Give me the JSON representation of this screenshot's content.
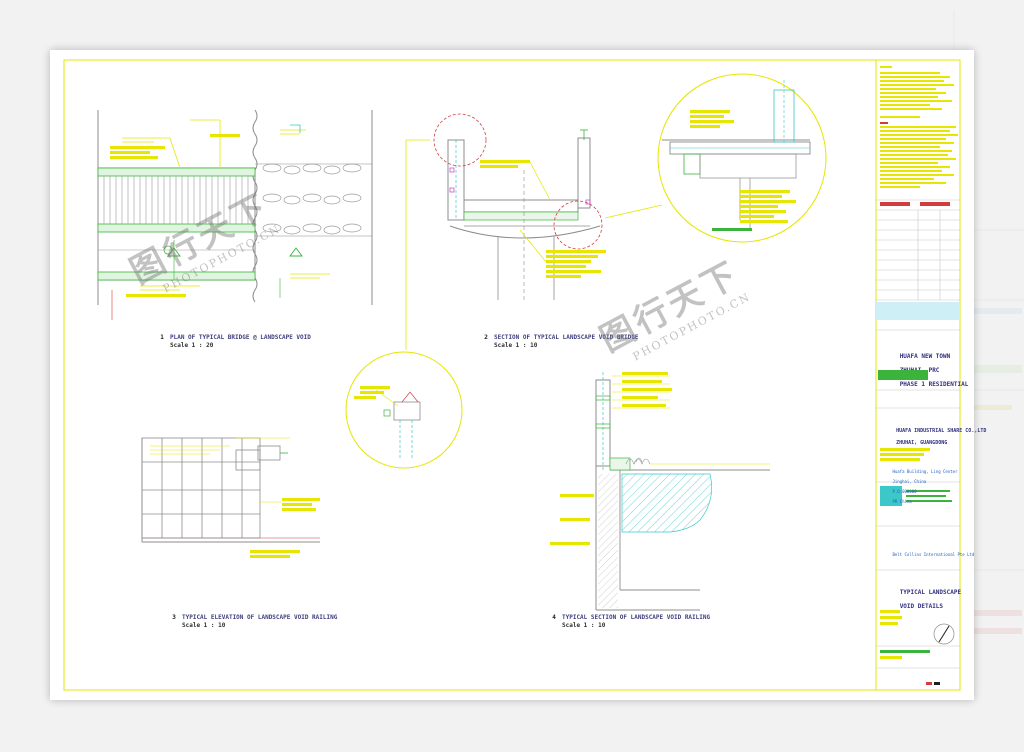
{
  "captions": [
    {
      "num": "1",
      "title": "PLAN OF TYPICAL BRIDGE @ LANDSCAPE VOID",
      "scale": "Scale 1 : 20"
    },
    {
      "num": "2",
      "title": "SECTION OF TYPICAL LANDSCAPE VOID BRIDGE",
      "scale": "Scale 1 : 10"
    },
    {
      "num": "3",
      "title": "TYPICAL ELEVATION OF LANDSCAPE VOID RAILING",
      "scale": "Scale 1 : 10"
    },
    {
      "num": "4",
      "title": "TYPICAL SECTION OF LANDSCAPE VOID RAILING",
      "scale": "Scale 1 : 10"
    }
  ],
  "title_block": {
    "project_line1": "HUAFA NEW TOWN",
    "project_line2": "ZHUHAI, PRC",
    "project_line3": "PHASE 1 RESIDENTIAL",
    "client_line1": "HUAFA INDUSTRIAL SHARE CO.,LTD",
    "client_line2": "ZHUHAI, GUANGDONG",
    "address_line1": "Huafa Building, Ling Center",
    "address_line2": "Jinghai, China",
    "address_line3": "P.O.000000",
    "address_line4": "PR China",
    "consultant": "Belt Collins International Pte Ltd",
    "drawing_title_line1": "TYPICAL LANDSCAPE",
    "drawing_title_line2": "VOID DETAILS"
  },
  "watermark": {
    "cn": "图行天下",
    "en": "PHOTOPHOTO.CN"
  },
  "colors": {
    "cad_yellow": "#e6e600",
    "cad_cyan": "#3cc8c8",
    "cad_green": "#3cb43c",
    "cad_red": "#d23c3c",
    "cad_magenta": "#c83cc8",
    "cad_grey": "#8c8c8c",
    "sheet_border": "#e6e600"
  }
}
